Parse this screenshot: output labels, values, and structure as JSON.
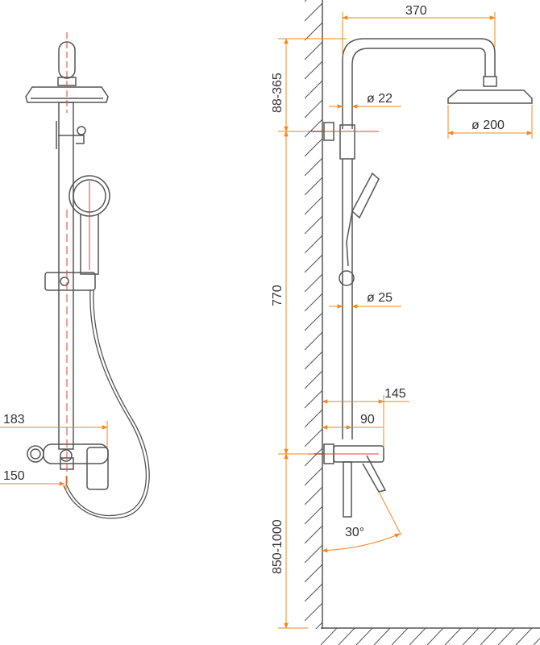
{
  "colors": {
    "outline": "#555555",
    "dimension": "#f28a1e",
    "centerline": "#e0403a",
    "hatch": "#555555",
    "label": "#333333"
  },
  "front_view": {
    "label_top_width": "183",
    "label_bottom_width": "150"
  },
  "side_view": {
    "label_arm_length": "370",
    "label_rain_height": "88-365",
    "label_pipe_top_dia": "ø 22",
    "label_rain_dia": "ø 200",
    "label_pipe_dia": "ø 25",
    "label_column_height": "770",
    "label_mixer_depth": "145",
    "label_mixer_offset": "90",
    "label_angle": "30°",
    "label_mount_height": "850-1000"
  }
}
